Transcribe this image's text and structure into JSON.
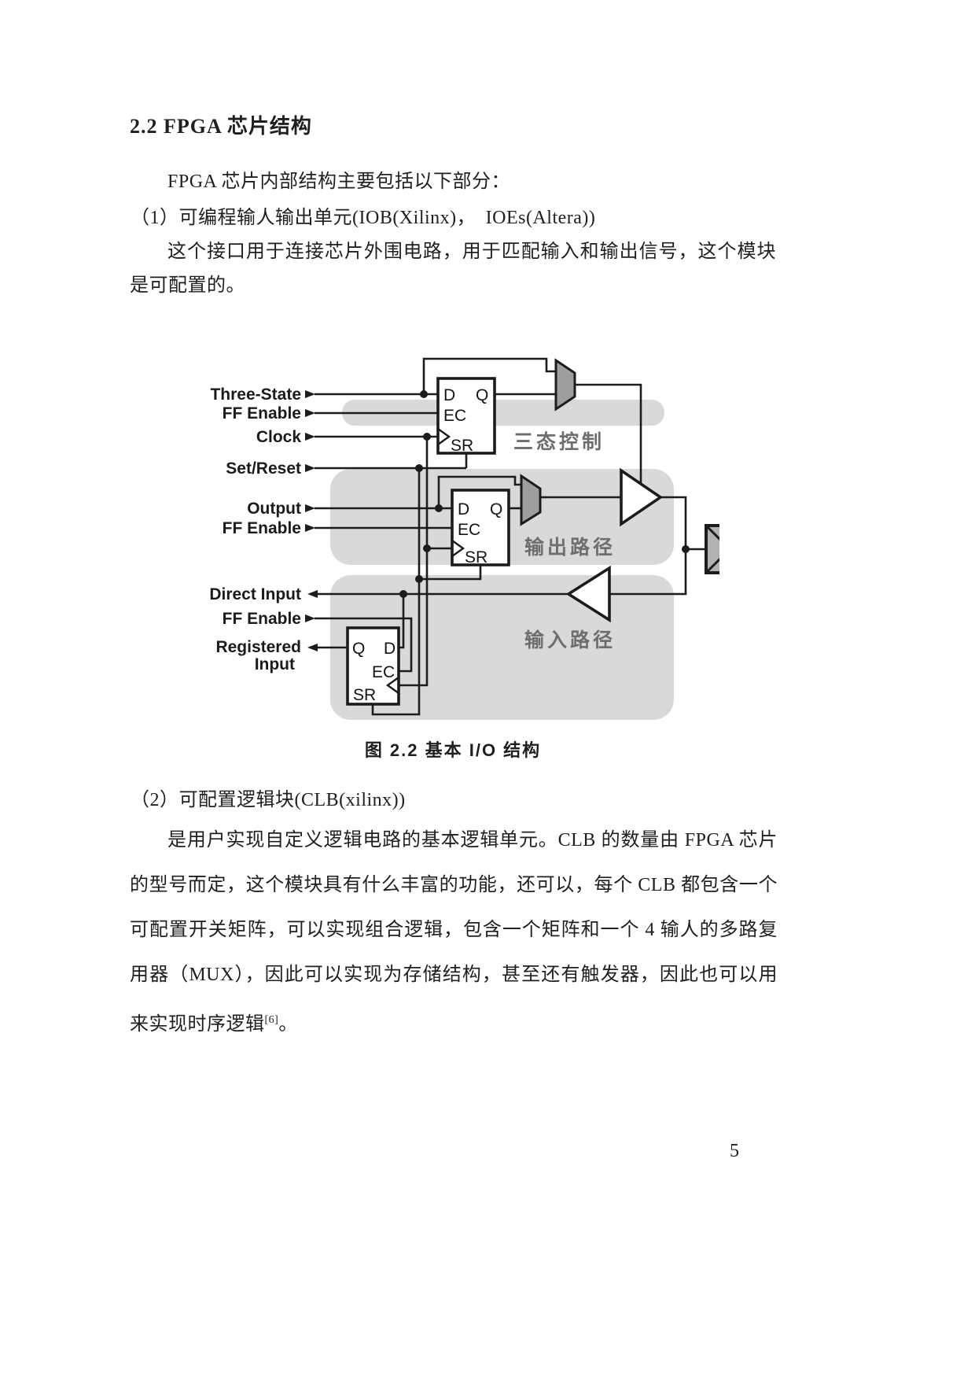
{
  "page": {
    "heading": "2.2 FPGA 芯片结构",
    "intro": "FPGA 芯片内部结构主要包括以下部分：",
    "item1": "（1）可编程输人输出单元(IOB(Xilinx)， IOEs(Altera))",
    "para1": "这个接口用于连接芯片外围电路，用于匹配输入和输出信号，这个模块是可配置的。",
    "item2": "（2）可配置逻辑块(CLB(xilinx))",
    "para2_main": "是用户实现自定义逻辑电路的基本逻辑单元。CLB 的数量由 FPGA 芯片的型号而定，这个模块具有什么丰富的功能，还可以，每个 CLB 都包含一个可配置开关矩阵，可以实现组合逻辑，包含一个矩阵和一个 4 输人的多路复用器（MUX），因此可以实现为存储结构，甚至还有触发器，因此也可以用来实现时序逻辑",
    "para2_sup": "[6]",
    "para2_end": "。",
    "number": "5"
  },
  "figure": {
    "caption": "图 2.2 基本 I/O 结构",
    "labels": {
      "three_state": "Three-State",
      "ff_enable_1": "FF Enable",
      "clock": "Clock",
      "set_reset": "Set/Reset",
      "output": "Output",
      "ff_enable_2": "FF Enable",
      "direct_input": "Direct Input",
      "ff_enable_3": "FF Enable",
      "registered_line1": "Registered",
      "registered_line2": "Input",
      "tristate_control": "三态控制",
      "output_path": "输出路径",
      "input_path": "输入路径",
      "ff_d": "D",
      "ff_q": "Q",
      "ff_ec": "EC",
      "ff_sr": "SR"
    },
    "colors": {
      "band": "#d9d9d9",
      "mux": "#9e9e9e",
      "pad": "#b2b2b2"
    }
  }
}
